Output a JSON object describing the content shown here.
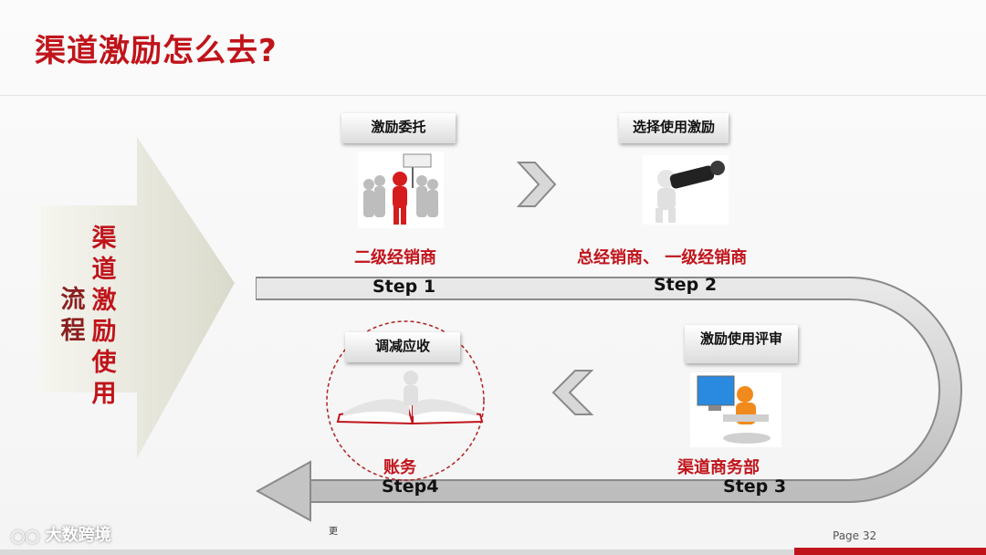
{
  "title": "渠道激励怎么去?",
  "side_label_main": "渠道激励使用",
  "side_label_sub": "流程",
  "steps": [
    {
      "button": "激励委托",
      "party": "二级经销商",
      "step": "Step 1"
    },
    {
      "button": "选择使用激励",
      "party": "总经销商、  一级经销商",
      "step": "Step 2"
    },
    {
      "button": "激励使用评审",
      "party": "渠道商务部",
      "step": "Step 3"
    },
    {
      "button": "调减应收",
      "party": "账务",
      "step": "Step4"
    }
  ],
  "icons": {
    "leader": "leader-with-sign-icon",
    "telescope": "telescope-figure-icon",
    "computer": "computer-user-icon",
    "book": "figure-in-book-icon",
    "next": "chevron-right-icon",
    "back": "chevron-left-icon"
  },
  "footer": {
    "brand": "大数跨境",
    "mid_text": "更",
    "page": "Page 32"
  },
  "colors": {
    "accent": "#c0141b",
    "track": "#c8c8c8"
  }
}
